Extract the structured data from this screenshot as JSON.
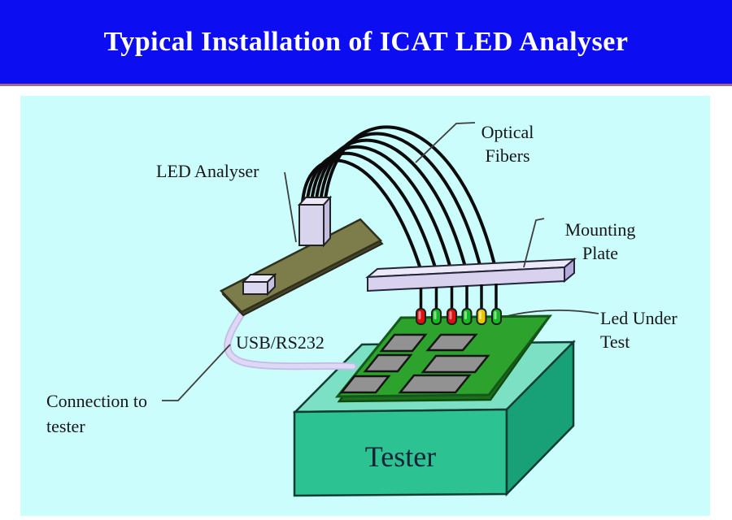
{
  "header": {
    "title": "Typical Installation of ICAT LED Analyser",
    "bg_color": "#0d0df2",
    "text_color": "#ffffff",
    "underline_color": "#a06a86"
  },
  "diagram": {
    "panel_bg": "#cbfdfc",
    "labels": {
      "led_analyser": "LED Analyser",
      "optical_fibers": "Optical Fibers",
      "mounting_plate": "Mounting Plate",
      "led_under_test": "Led Under Test",
      "usb": "USB/RS232",
      "connection_to_tester": "Connection to tester",
      "tester": "Tester"
    },
    "fiber_count": 6,
    "led_colors": [
      "#dd1111",
      "#12bb22",
      "#dd1111",
      "#12bb22",
      "#e9c800",
      "#12bb22"
    ],
    "component_colors": {
      "analyser_board": "#7d7d4b",
      "analyser_head": "#d9d4ee",
      "connector": "#dcd7f0",
      "cable": "#d8d0f2",
      "mounting_plate": "#d9d2ef",
      "pcb": "#2da32d",
      "chip": "#929292",
      "tester_top": "#7ce0c4",
      "tester_front": "#2cc292",
      "tester_side": "#18a176",
      "fiber": "#0b0b0b"
    }
  }
}
